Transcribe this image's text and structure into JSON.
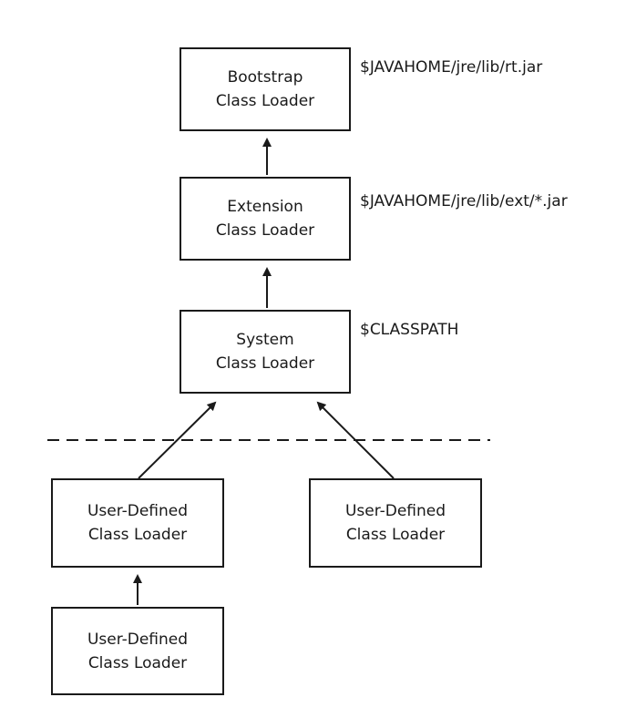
{
  "loaders": {
    "bootstrap": {
      "line1": "Bootstrap",
      "line2": "Class Loader",
      "path": "$JAVAHOME/jre/lib/rt.jar"
    },
    "extension": {
      "line1": "Extension",
      "line2": "Class Loader",
      "path": "$JAVAHOME/jre/lib/ext/*.jar"
    },
    "system": {
      "line1": "System",
      "line2": "Class Loader",
      "path": "$CLASSPATH"
    },
    "user_left": {
      "line1": "User-Defined",
      "line2": "Class Loader"
    },
    "user_right": {
      "line1": "User-Defined",
      "line2": "Class Loader"
    },
    "user_bottom": {
      "line1": "User-Defined",
      "line2": "Class Loader"
    }
  }
}
